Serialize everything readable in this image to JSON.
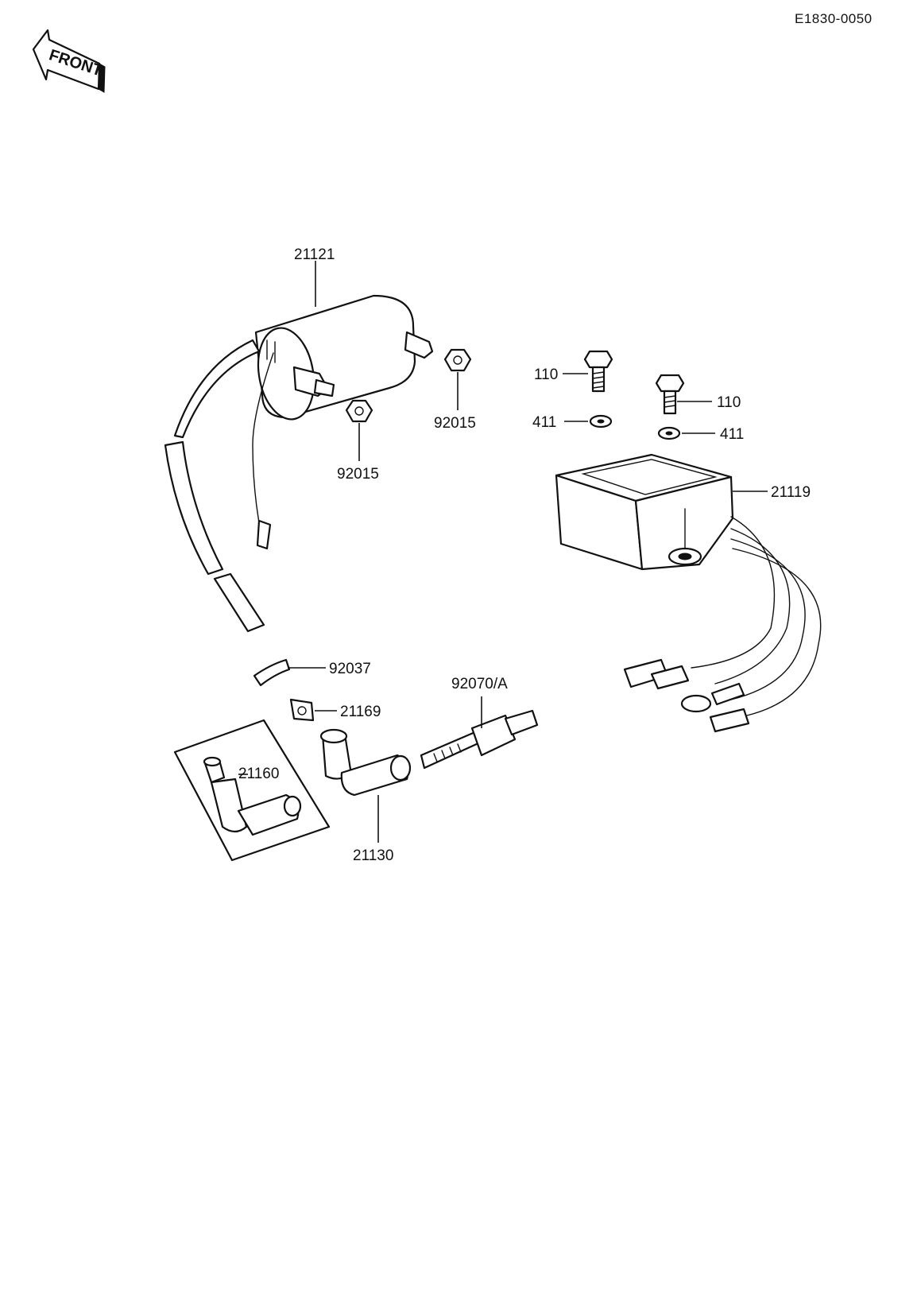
{
  "page_id": "E1830-0050",
  "front_badge": "FRONT",
  "part_numbers": {
    "ignition_coil": "21121",
    "nut_left": "92015",
    "nut_right": "92015",
    "bolt_left": "110",
    "bolt_right": "110",
    "washer_left": "411",
    "washer_right": "411",
    "cdi_unit": "21119",
    "cap_seal": "92037",
    "connector": "21169",
    "spark_plug": "92070/A",
    "plug_cap_alt": "21160",
    "plug_cap": "21130"
  }
}
